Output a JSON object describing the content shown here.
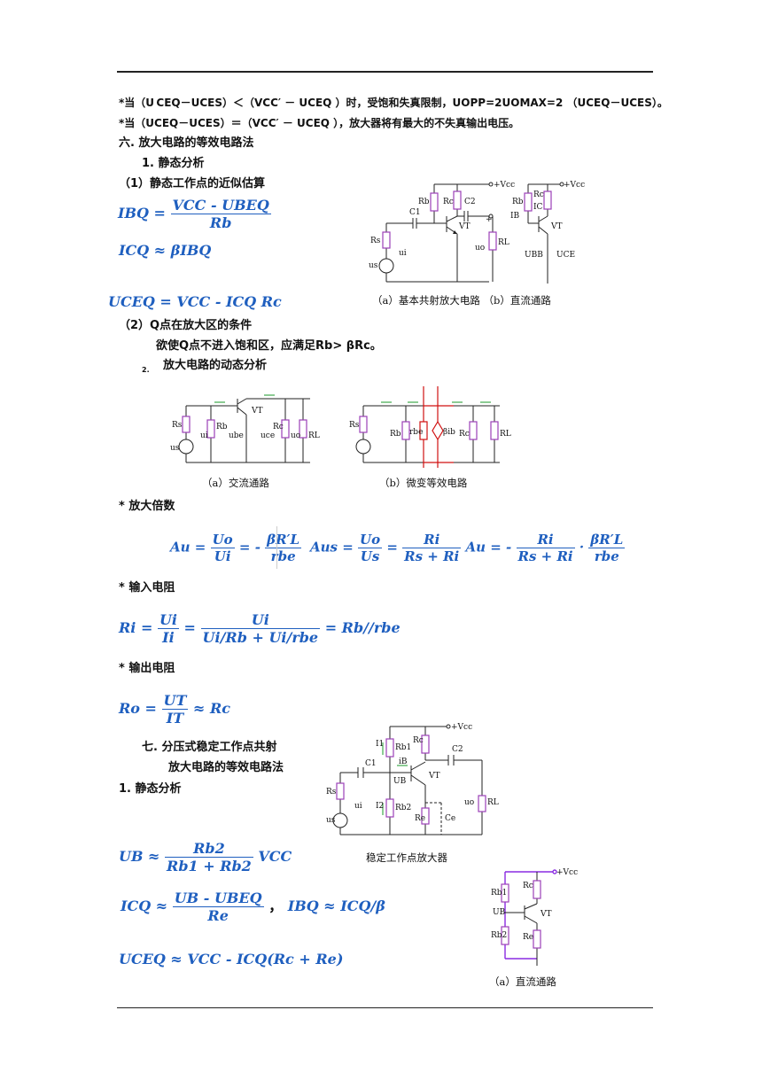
{
  "lines": {
    "l1": "*当（U CEQ－UCES）＜（VCC′ － UCEQ ）时，受饱和失真限制，UOPP=2UOMAX=2 （UCEQ－UCES）。",
    "l2": "*当（UCEQ－UCES）＝（VCC′ － UCEQ ），放大器将有最大的不失真输出电压。",
    "sec6": "六. 放大电路的等效电路法",
    "s1": "1.  静态分析",
    "p1": "（1）静态工作点的近似估算",
    "p2": "（2）Q点在放大区的条件",
    "p2b": "欲使Q点不进入饱和区，应满足Rb> βRc。",
    "s2num": "2.",
    "s2": "放大电路的动态分析",
    "gain": "* 放大倍数",
    "rin": "* 输入电阻",
    "rout": "* 输出电阻",
    "sec7a": "七. 分压式稳定工作点共射",
    "sec7b": "放大电路的等效电路法",
    "s71": "1.  静态分析"
  },
  "captions": {
    "fig1": "（a）基本共射放大电路 （b）直流通路",
    "fig2a": "（a）交流通路",
    "fig2b": "（b）微变等效电路",
    "fig3": "稳定工作点放大器",
    "fig4": "（a）直流通路"
  },
  "formulas": {
    "ibq_lhs": "IBQ =",
    "ibq_num": "VCC - UBEQ",
    "ibq_den": "Rb",
    "icq": "ICQ ≈ βIBQ",
    "uceq": "UCEQ = VCC - ICQ Rc",
    "au_lhs": "Au =",
    "au_num1": "Uo",
    "au_den1": "Ui",
    "au_eq": "= -",
    "au_num2": "βR′L",
    "au_den2": "rbe",
    "aus_lhs": "Aus =",
    "aus_num1": "Uo",
    "aus_den1": "Us",
    "aus_num2": "Ri",
    "aus_den2": "Rs + Ri",
    "aus_mid": "Au = -",
    "aus_num3": "Ri",
    "aus_den3": "Rs + Ri",
    "aus_num4": "βR′L",
    "aus_den4": "rbe",
    "ri_lhs": "Ri =",
    "ri_num1": "Ui",
    "ri_den1": "Ii",
    "ri_num2": "Ui",
    "ri_den2": "Ui/Rb + Ui/rbe",
    "ri_rhs": "= Rb//rbe",
    "ro_lhs": "Ro =",
    "ro_num": "UT",
    "ro_den": "IT",
    "ro_rhs": "≈ Rc",
    "ub_lhs": "UB ≈",
    "ub_num": "Rb2",
    "ub_den": "Rb1 + Rb2",
    "ub_rhs": "VCC",
    "icq2_lhs": "ICQ ≈",
    "icq2_num": "UB - UBEQ",
    "icq2_den": "Re",
    "ibq2": "IBQ ≈ ICQ/β",
    "uceq2": "UCEQ ≈ VCC - ICQ(Rc + Re)"
  },
  "circuit_labels": {
    "vcc": "+Vcc",
    "vt": "VT",
    "rb": "Rb",
    "rc": "Rc",
    "rl": "RL",
    "rs": "Rs",
    "c1": "C1",
    "c2": "C2",
    "ui": "ui",
    "uo": "uo",
    "us": "us",
    "ubb": "UBB",
    "uce": "UCE",
    "ib": "IB",
    "ic": "IC",
    "ube": "ube",
    "uce_small": "uce",
    "rbe": "rbe",
    "bib": "βib",
    "rb1": "Rb1",
    "rb2": "Rb2",
    "re": "Re",
    "ce": "Ce",
    "ub": "UB",
    "i1": "I1",
    "i2": "I2",
    "ib_small": "iB",
    "plus": "+",
    "minus": "-"
  },
  "colors": {
    "formula": "#1f5fbf",
    "resistor": "#9b3fb8",
    "acpath": "#d01010",
    "arrow": "#1a9a2a"
  }
}
